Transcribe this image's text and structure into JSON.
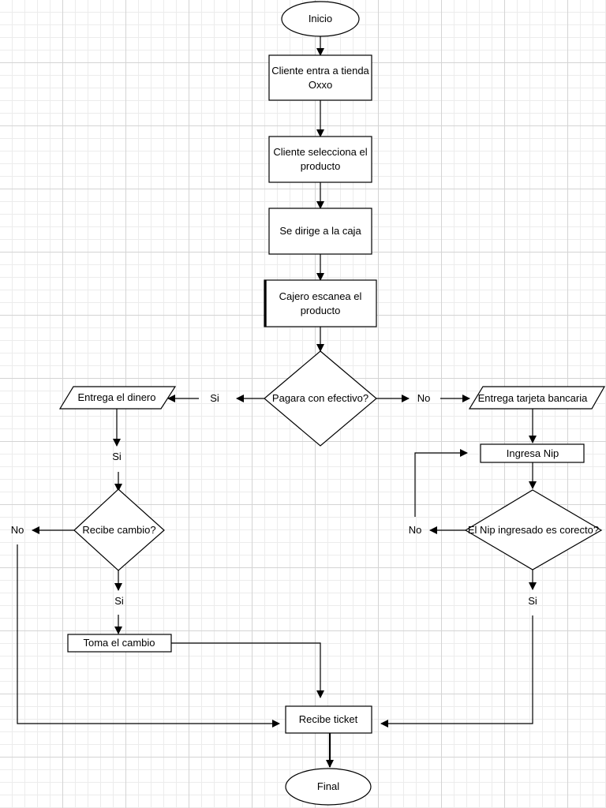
{
  "nodes": {
    "inicio": "Inicio",
    "cliente_entra_1": "Cliente entra a tienda",
    "cliente_entra_2": "Oxxo",
    "selecciona_1": "Cliente selecciona el",
    "selecciona_2": "producto",
    "caja": "Se dirige a la caja",
    "escanea_1": "Cajero escanea el",
    "escanea_2": "producto",
    "pagara": "Pagara con efectivo?",
    "entrega_dinero": "Entrega el dinero",
    "recibe_cambio": "Recibe cambio?",
    "toma_cambio": "Toma el cambio",
    "entrega_tarjeta": "Entrega tarjeta bancaria",
    "ingresa_nip": "Ingresa Nip",
    "nip_correcto": "El Nip ingresado es corecto?",
    "recibe_ticket": "Recibe ticket",
    "final": "Final"
  },
  "edge_labels": {
    "pagara_si": "Si",
    "pagara_no": "No",
    "dinero_si": "Si",
    "cambio_no": "No",
    "cambio_si": "Si",
    "nip_no": "No",
    "nip_si": "Si"
  }
}
